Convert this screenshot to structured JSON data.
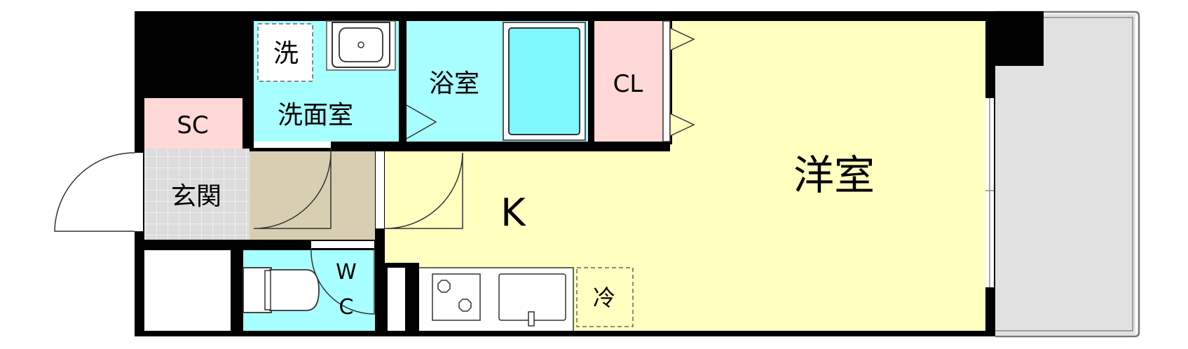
{
  "floorplan": {
    "rooms": {
      "western_room": "洋室",
      "kitchen": "K",
      "closet": "CL",
      "bathroom": "浴室",
      "washroom": "洗面室",
      "washer": "洗",
      "shoe_closet": "SC",
      "entrance": "玄関",
      "toilet_w": "W",
      "toilet_c": "C",
      "fridge": "冷"
    },
    "colors": {
      "wall": "#000000",
      "western_room": "#ffffc0",
      "wet_area": "#a8ffff",
      "bathtub": "#7ff8ff",
      "closet": "#ffd8d8",
      "hall": "#d8cfb2",
      "entrance_tile": "#d9d9d9",
      "balcony": "#e1e1e1"
    }
  }
}
